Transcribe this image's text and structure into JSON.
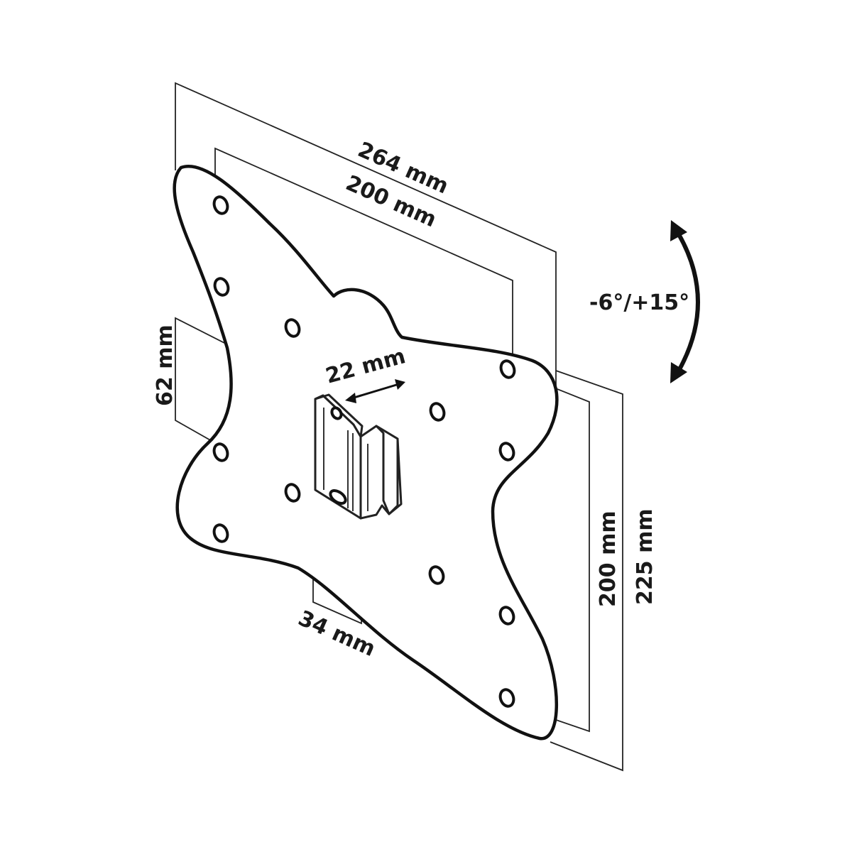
{
  "dimensions": {
    "plate_width": "264 mm",
    "hole_spacing_horizontal": "200 mm",
    "hole_spacing_vertical": "200 mm",
    "plate_height": "225 mm",
    "bracket_height": "62 mm",
    "bracket_width": "34 mm",
    "bracket_depth": "22 mm",
    "tilt_range": "-6°/+15°"
  }
}
